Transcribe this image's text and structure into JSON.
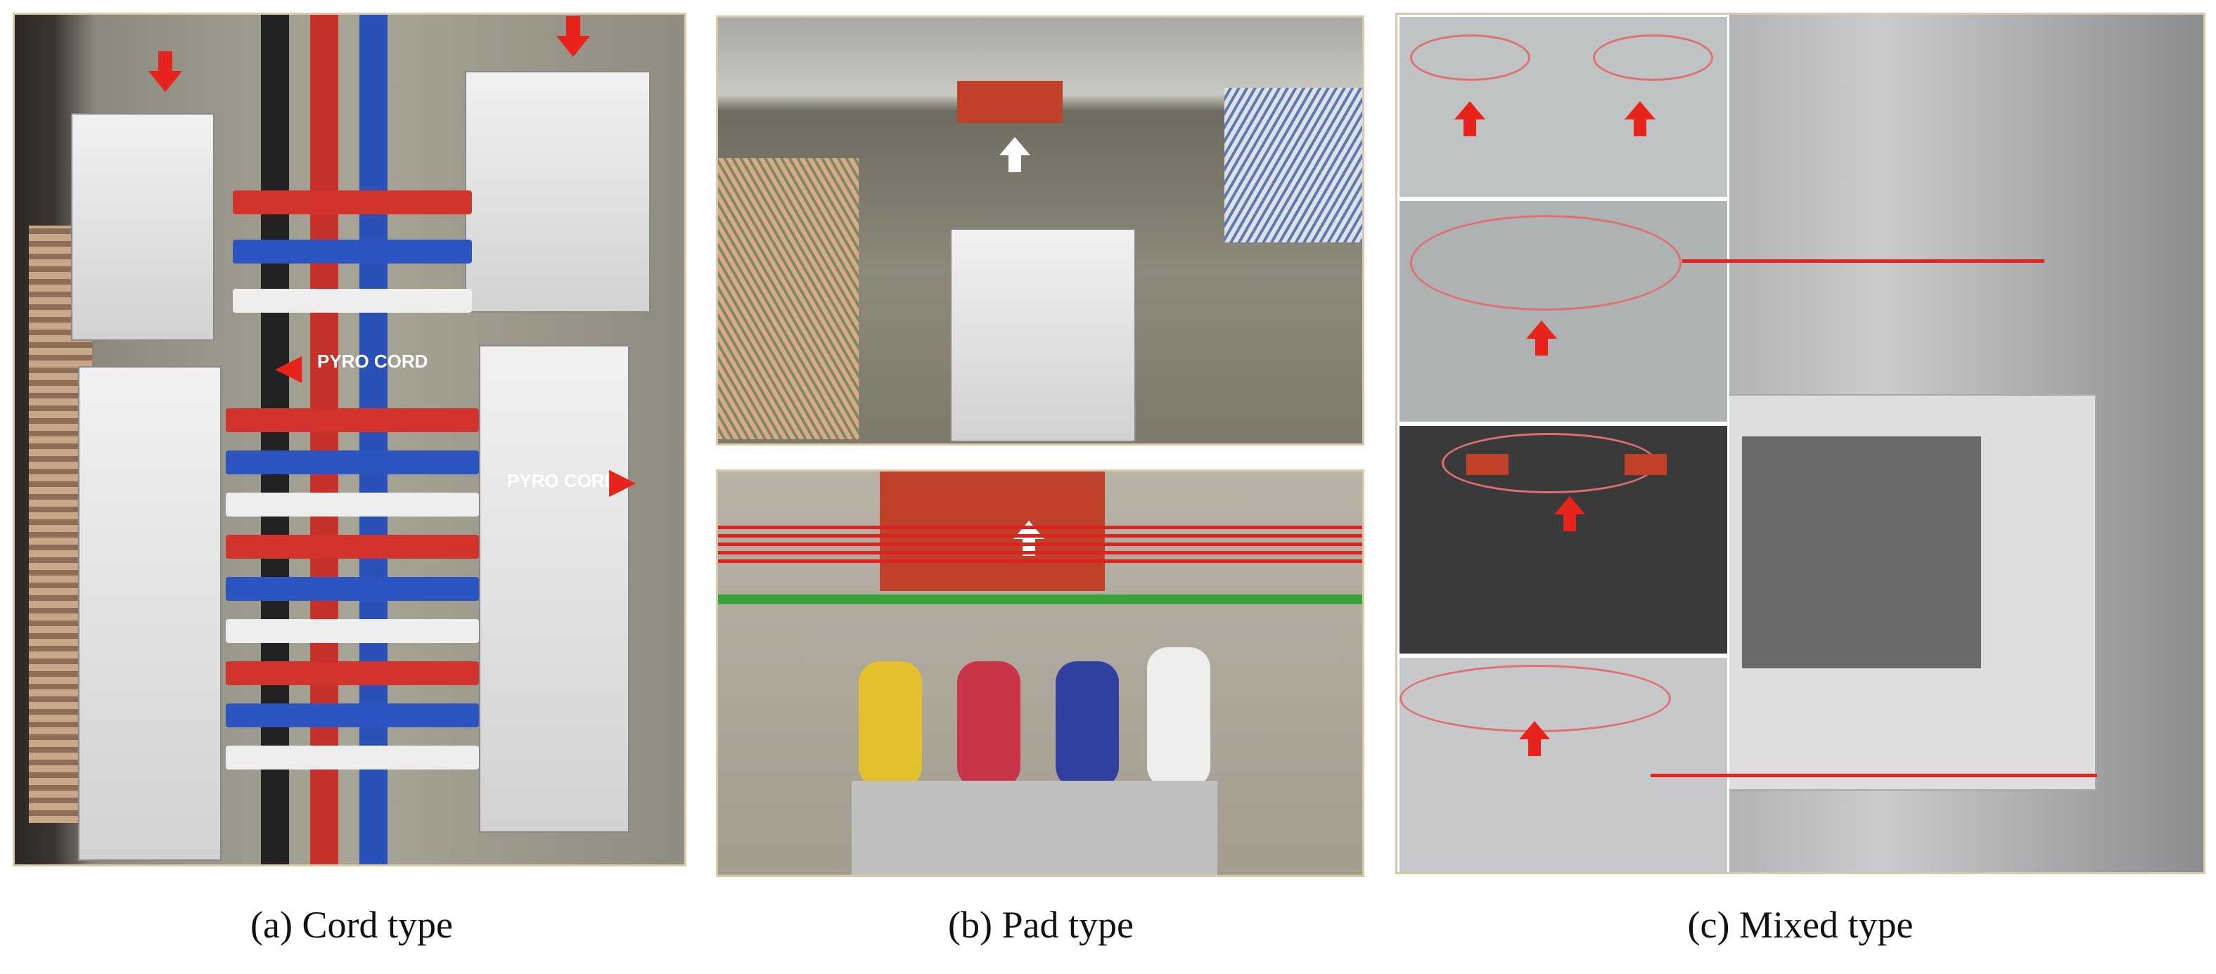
{
  "figure": {
    "panels": [
      {
        "caption": "(a) Cord type",
        "labels": [
          "PYRO CORD",
          "PYRO CORD."
        ]
      },
      {
        "caption": "(b) Pad type"
      },
      {
        "caption": "(c) Mixed type"
      }
    ],
    "colors": {
      "arrow": "#e8231c",
      "pad": "#c0412a",
      "highlight_ellipse": "#e07070"
    }
  }
}
